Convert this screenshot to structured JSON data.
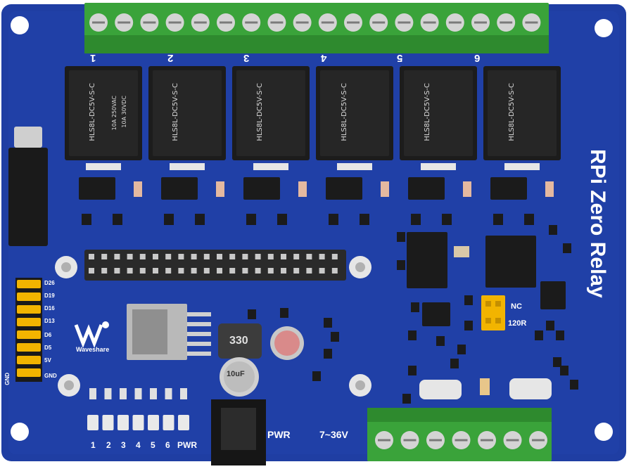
{
  "board": {
    "colors": {
      "pcb": "#1f3ea3",
      "pcb_dark": "#172f80",
      "terminal": "#3aa33a",
      "relay": "#1c1c1c",
      "silk": "#ffffff",
      "jumper": "#f2b400",
      "header_pins": "#2a2a2a"
    },
    "title": "RPi Zero Relay",
    "relay_numbers": [
      "1",
      "2",
      "3",
      "4",
      "5",
      "6"
    ],
    "relay_marking": "HLS8L-DC5V-S-C",
    "relay_rating_1": "10A 250VAC",
    "relay_rating_2": "10A 30VDC",
    "gpio_labels": [
      "D26",
      "D19",
      "D16",
      "D13",
      "D6",
      "D5",
      "5V",
      "GND"
    ],
    "gnd_label_top": "GND",
    "logo_text": "Waveshare",
    "inductor_label": "330",
    "capacitor_label": "10uF",
    "led_labels": [
      "1",
      "2",
      "3",
      "4",
      "5",
      "6",
      "PWR"
    ],
    "pwr_label": "PWR",
    "voltage_label": "7~36V",
    "jumper_labels": [
      "NC",
      "120R"
    ]
  }
}
